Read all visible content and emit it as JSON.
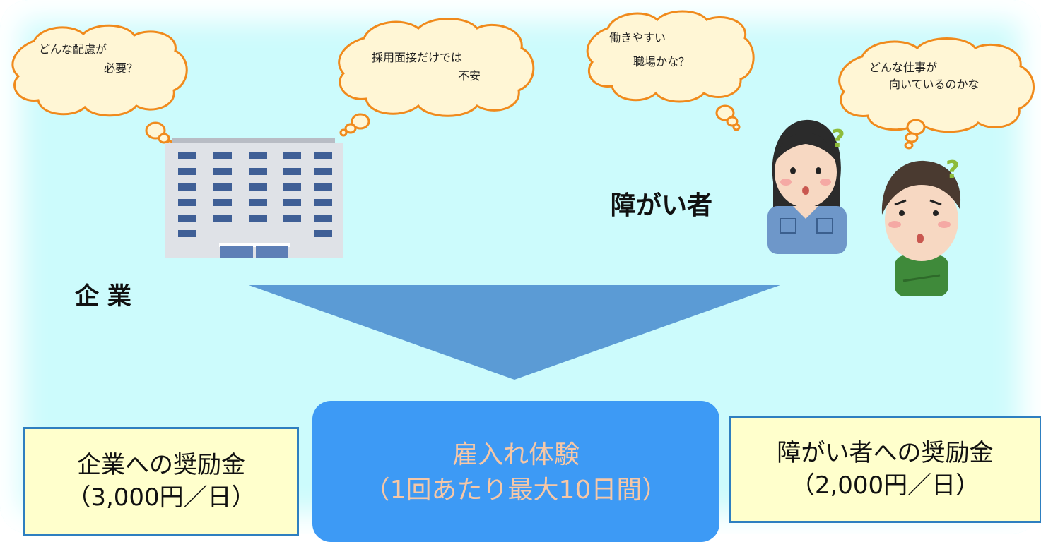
{
  "bubbles": {
    "company_1": [
      "どんな配慮が",
      "必要？"
    ],
    "company_2": [
      "採用面接だけでは",
      "不安"
    ],
    "person_1": [
      "働きやすい",
      "職場かな？"
    ],
    "person_2": [
      "どんな仕事が",
      "向いているのかな"
    ]
  },
  "labels": {
    "company": "企 業",
    "disabled_person": "障がい者"
  },
  "boxes": {
    "company_incentive_title": "企業への奨励金",
    "company_incentive_amount": "（3,000円／日）",
    "center_title": "雇入れ体験",
    "center_subtitle": "（1回あたり最大10日間）",
    "person_incentive_title": "障がい者への奨励金",
    "person_incentive_amount": "（2,000円／日）"
  },
  "colors": {
    "background": "#ccfbfc",
    "arrow": "#5b9bd5",
    "center_box": "#3d9af5",
    "center_text": "#f6c7a6",
    "side_box_fill": "#ffffcc",
    "side_box_border": "#2e7fc0",
    "bubble_fill": "#fff6d5",
    "bubble_stroke": "#f08a1c"
  },
  "icons": [
    "office-building-icon",
    "woman-worker-icon",
    "man-worker-icon",
    "question-mark-icon"
  ]
}
